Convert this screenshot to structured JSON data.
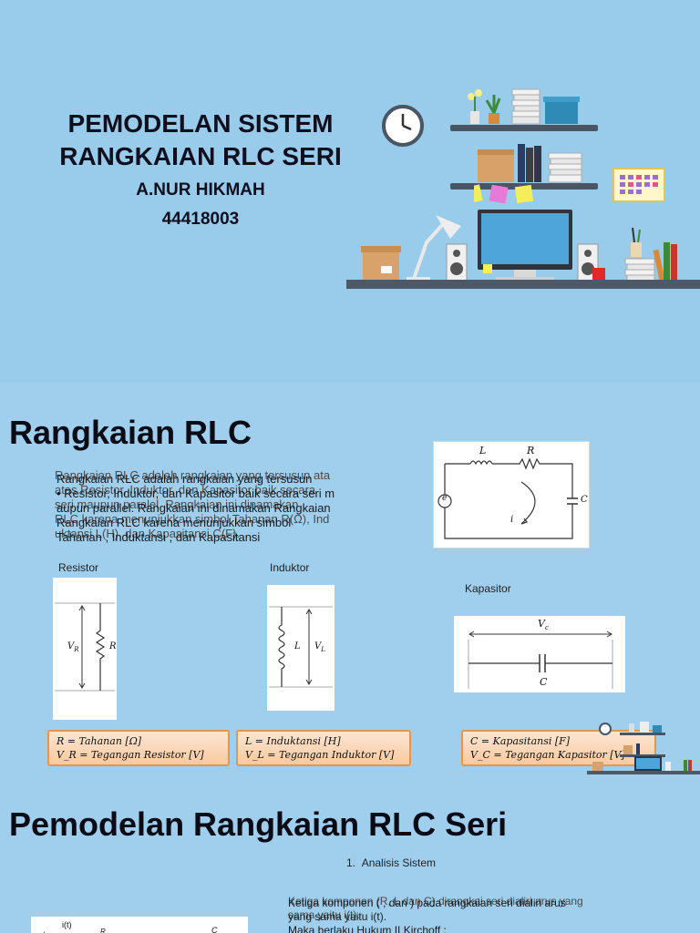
{
  "slide1": {
    "title_line1": "PEMODELAN SISTEM",
    "title_line2": "RANGKAIAN RLC SERI",
    "author": "A.NUR HIKMAH",
    "student_id": "44418003"
  },
  "slide2": {
    "heading": "Rangkaian RLC",
    "para_back_1": "Rangkaian RLC adalah rangkaian yang tersusun ata",
    "para_back_2": "atas Resistor, Induktor, dan Kapasitor baik secara",
    "para_back_3": "seri maupun paralel. Rangkaian ini dinamakan",
    "para_back_4": "RLC karena menunjukkan simbol Tahanan R(Ω), Ind",
    "para_back_5": "uktansi L(H), dan Kapasitansi C(F).",
    "para_front_1": "Rangkaian RLC adalah rangkaian yang tersusun",
    "para_front_2": "• Resistor, Induktor, dan Kapasitor baik secara seri m",
    "para_front_3": "aupun parallel. Rangkaian ini dinamakan Rangkaian",
    "para_front_4": "Rangkaian RLC karena menunjukkan simbol",
    "para_front_5": "Tahanan , Induktansi , dan Kapasitansi",
    "circuit": {
      "l": "L",
      "r": "R",
      "c": "C",
      "e": "e",
      "i": "i"
    },
    "label_resistor": "Resistor",
    "label_inductor": "Induktor",
    "label_capacitor": "Kapasitor",
    "resistor_fig": {
      "v": "V",
      "sub": "R",
      "r": "R"
    },
    "inductor_fig": {
      "l": "L",
      "v": "V",
      "sub": "L"
    },
    "capacitor_fig": {
      "v": "V",
      "sub": "c",
      "c": "C"
    },
    "formula_r_1": "R = Tahanan [Ω]",
    "formula_r_2": "V_R = Tegangan Resistor [V]",
    "formula_l_1": "L = Induktansi [H]",
    "formula_l_2": "V_L = Tegangan Induktor [V]",
    "formula_c_1": "C = Kapasitansi [F]",
    "formula_c_2": "V_C = Tegangan Kapasitor [V]"
  },
  "slide3": {
    "heading": "Pemodelan Rangkaian RLC Seri",
    "list_num": "1.",
    "list_item": "Analisis Sistem",
    "text_back_1": "Ketiga komponen (R, L dan C) dirangkai seri dialiri arus yang",
    "text_back_2": "sama yaitu i(t).",
    "text_front_1": "Ketiga komponen ( , dan ) pada rangkaian seri dialiri arus",
    "text_front_2": "yang sama yaitu i(t).",
    "text_front_3": "Maka berlaku Hukum II Kirchoff :",
    "fig_it": "i(t)",
    "fig_r": "R",
    "fig_c": "C",
    "fig_plus": "+"
  },
  "colors": {
    "background": "#a0cfee",
    "shelf": "#4a5664",
    "formula_border": "#e3964e"
  }
}
